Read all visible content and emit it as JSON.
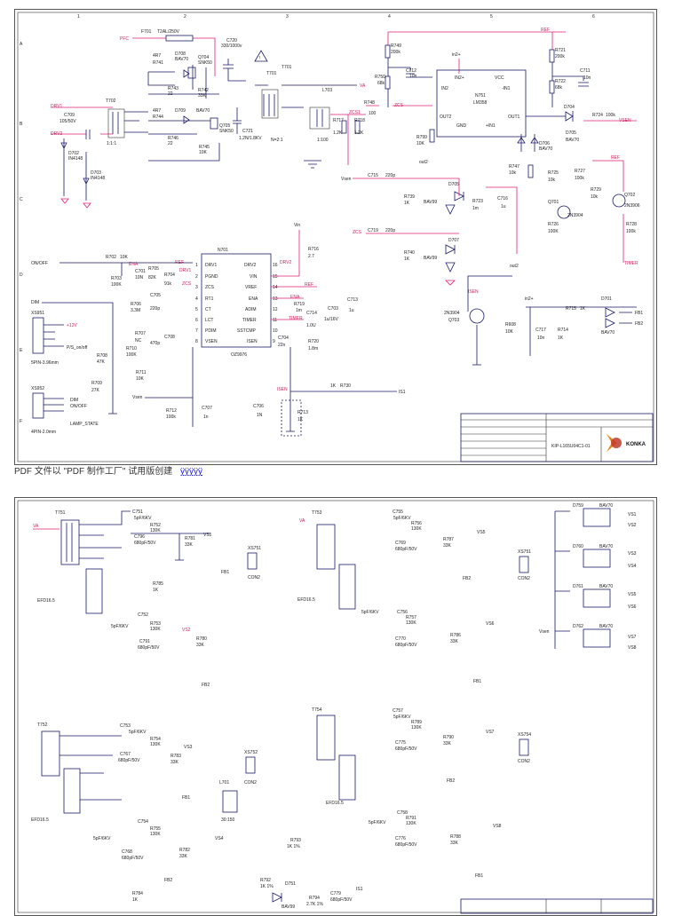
{
  "sheet1": {
    "grid_cols": [
      "1",
      "2",
      "3",
      "4",
      "5",
      "6"
    ],
    "grid_rows": [
      "A",
      "B",
      "C",
      "D",
      "E",
      "F"
    ],
    "nets": {
      "pfc": "PFC",
      "drv1": "DRV1",
      "drv2": "DRV2",
      "va": "VA",
      "zcs1": "ZCS1",
      "in2": "in2+",
      "ref": "REF",
      "vsen": "VSEN",
      "vsen2": "Vsen",
      "zcs": "ZCS",
      "ena": "ENA",
      "timer": "TIMER",
      "onoff": "ON/OFF",
      "dim": "DIM",
      "vin": "Vin",
      "isen": "ISEN",
      "out2": "out2",
      "fb1": "FB1",
      "fb2": "FB2",
      "is1": "IS1"
    },
    "parts": {
      "f701": "F701",
      "f701v": "T2AL/250V",
      "r741": "R741",
      "r741v": "4R7",
      "d708": "D708",
      "d708v": "BAV70",
      "q704": "Q704",
      "q704v": "SNK50",
      "r743": "R743",
      "r743v": "22",
      "r742": "R742",
      "r742v": "33K",
      "c720": "C720",
      "c720v": "330/1000v",
      "t701": "T701",
      "l703": "L703",
      "t702": "T702",
      "t702r": "1:1:1",
      "c709": "C709",
      "c709v": "105/50V",
      "d702": "D702",
      "d702v": "IN4148",
      "d703": "D703",
      "d703v": "IN4148",
      "r744": "R744",
      "r744v": "4R7",
      "d709": "D709",
      "d709v": "BAV70",
      "q705": "Q705",
      "q705v": "SNK50",
      "r746": "R746",
      "r746v": "22",
      "r745": "R745",
      "r745v": "10K",
      "c721": "C721",
      "c721v": "1.2N/1.8KV",
      "ratio1": "N=2:1",
      "ratio2": "1:100",
      "r717": "R717",
      "r717v": "1.2K",
      "r718": "R718",
      "r718v": "1.2K",
      "r749": "R749",
      "r749v": "200k",
      "r750": "R750",
      "r750v": "68k",
      "c712": "C712",
      "c712v": "10n",
      "r748": "R748",
      "r748v": "100",
      "n751": "N751",
      "n751v": "LM358",
      "r799": "R799",
      "r799v": "10K",
      "r721": "R721",
      "r721v": "200k",
      "r722": "R722",
      "r722v": "68k",
      "c711": "C711",
      "c711v": "10n",
      "d704": "D704",
      "r724": "R724",
      "r724v": "100k",
      "d705": "D705",
      "d706": "D706",
      "d706v": "BAV70",
      "r747": "R747",
      "r747v": "10k",
      "r725": "R725",
      "r725v": "10k",
      "r727": "R727",
      "r727v": "100k",
      "q701": "Q701",
      "q701v": "2N3904",
      "r729": "R729",
      "r729v": "10k",
      "q702": "Q702",
      "q702v": "2N3906",
      "r726": "R726",
      "r726v": "100K",
      "r728": "R728",
      "r728v": "100k",
      "c715": "C715",
      "c715v": "220p",
      "r739": "R739",
      "r739v": "1K",
      "bav99a": "BAV99",
      "r723": "R723",
      "r723v": "1m",
      "c716": "C716",
      "c716v": "1u",
      "c719": "C719",
      "c719v": "220p",
      "r740": "R740",
      "r740v": "1K",
      "d707": "D707",
      "bav99b": "BAV99",
      "r716": "R716",
      "r716v": "2.7",
      "n701": "N701",
      "n701v": "OZ9976",
      "r702": "R702",
      "r702v": "10K",
      "r703": "R703",
      "r703v": "100K",
      "c701": "C701",
      "c701v": "10N",
      "r705": "R705",
      "r705v": "82K",
      "r704": "R704",
      "r704v": "91k",
      "c705": "C705",
      "c705v": "220p",
      "r706": "R706",
      "r706v": "3.3M",
      "r707": "R707",
      "r707v": "NC",
      "c708": "C708",
      "c708v": "470p",
      "r710": "R710",
      "r710v": "100K",
      "r708": "R708",
      "r708v": "47K",
      "r709": "R709",
      "r709v": "27K",
      "r711": "R711",
      "r711v": "10K",
      "r712": "R712",
      "r712v": "100k",
      "c707": "C707",
      "c707v": "1n",
      "r719": "R719",
      "r719v": "1m",
      "c714": "C714",
      "c714v": "1.0U",
      "c703": "C703",
      "c703v": "1u/16V",
      "c713": "C713",
      "c713v": "1u",
      "c704": "C704",
      "c704v": "22n",
      "r720": "R720",
      "r720v": "1.8m",
      "c706": "C706",
      "c706v": "1N",
      "r713": "R713",
      "r713v": "1K",
      "r730": "R730",
      "r730v": "1K",
      "q703": "Q703",
      "q703v": "2N3904",
      "r608": "R608",
      "r608v": "10K",
      "c717": "C717",
      "c717v": "10n",
      "r714": "R714",
      "r714v": "1K",
      "r715": "R715",
      "r715v": "1K",
      "d701": "D701",
      "d701v": "BAV70",
      "xs951": "XS951",
      "xs951v": "5PIN-3.96mm",
      "xs952": "XS952",
      "xs952v": "4PIN-2.0mm",
      "v12": "+12V",
      "pson": "P/S_on/off",
      "dim_l": "DIM",
      "onoff_l": "ON/OFF",
      "lamp": "LAMP_STATE"
    },
    "n701_pins_left": [
      "DRV1",
      "PGND",
      "ZCS",
      "RT1",
      "CT",
      "LCT",
      "PDIM",
      "VSEN"
    ],
    "n701_pins_right": [
      "DRV2",
      "VIN",
      "VREF",
      "ENA",
      "ADIM",
      "TIMER",
      "SSTCMP",
      "ISEN"
    ],
    "n701_pinno_left": [
      "1",
      "2",
      "3",
      "4",
      "5",
      "6",
      "7",
      "8"
    ],
    "n701_pinno_right": [
      "16",
      "15",
      "14",
      "13",
      "12",
      "11",
      "10",
      "9"
    ],
    "n751_pins": [
      "IN2",
      "IN2+",
      "-IN1",
      "+IN1",
      "OUT2",
      "GND",
      "OUT1",
      "VCC"
    ],
    "title_block": {
      "drawing_no": "KIP-L165U04C1-01",
      "brand": "KONKA"
    }
  },
  "footer": {
    "text": "PDF 文件以 \"PDF 制作工厂\" 试用版创建",
    "link": "ÿÿÿÿÿ"
  },
  "sheet2": {
    "nets": {
      "va": "VA",
      "fb1": "FB1",
      "fb2": "FB2",
      "vs1": "VS1",
      "vs2": "VS2",
      "vs3": "VS3",
      "vs4": "VS4",
      "vs5": "VS5",
      "vs6": "VS6",
      "vs7": "VS7",
      "vs8": "VS8",
      "vsen": "Vsen",
      "is1": "IS1"
    },
    "parts": {
      "t751": "T751",
      "t752": "T752",
      "t753": "T753",
      "t754": "T754",
      "efd": "EFD16.5",
      "c751": "C751",
      "c751v": "5pF/6KV",
      "c796": "C796",
      "c796v": "680pF/50V",
      "r752": "R752",
      "r752v": "130K",
      "r781": "R781",
      "r781v": "33K",
      "xs751": "XS751",
      "con2": "CON2",
      "r785": "R785",
      "r785v": "1K",
      "c752": "C752",
      "c752v": "5pF/6KV",
      "r753": "R753",
      "r753v": "130K",
      "c791": "C791",
      "c791v": "680pF/50V",
      "r780": "R780",
      "r780v": "33K",
      "c753": "C753",
      "c753v": "5pF/6KV",
      "r754": "R754",
      "r754v": "130K",
      "c767": "C767",
      "c767v": "680pF/50V",
      "r783": "R783",
      "r783v": "33K",
      "xs752": "XS752",
      "l701": "L701",
      "l701v": "30:150",
      "c754": "C754",
      "c754v": "5pF/6KV",
      "r755": "R755",
      "r755v": "130K",
      "c768": "C768",
      "c768v": "680pF/50V",
      "r782": "R782",
      "r782v": "33K",
      "r784": "R784",
      "r784v": "1K",
      "r793": "R793",
      "r793v": "1K 1%",
      "r792": "R792",
      "r792v": "1K 1%",
      "d751": "D751",
      "d751v": "BAV99",
      "r794": "R794",
      "r794v": "2.7K 1%",
      "c779": "C779",
      "c779v": "680pF/50V",
      "c755": "C755",
      "c755v": "5pF/6KV",
      "r756": "R756",
      "r756v": "130K",
      "c769": "C769",
      "c769v": "680pF/50V",
      "r787": "R787",
      "r787v": "33K",
      "xs753": "XS751",
      "c756": "C756",
      "c756v": "5pF/6KV",
      "r757": "R757",
      "r757v": "130K",
      "c770": "C770",
      "c770v": "680pF/50V",
      "r786": "R786",
      "r786v": "33K",
      "c757": "C757",
      "c757v": "5pF/6KV",
      "r789": "R789",
      "r789v": "130K",
      "c775": "C775",
      "c775v": "680pF/50V",
      "r790": "R790",
      "r790v": "33K",
      "xs754": "XS754",
      "c758": "C758",
      "c758v": "5pF/6KV",
      "r791": "R791",
      "r791v": "130K",
      "c776": "C776",
      "c776v": "680pF/50V",
      "r788": "R788",
      "r788v": "33K",
      "d759": "D759",
      "d760": "D760",
      "d761": "D761",
      "d762": "D762",
      "bav70": "BAV70"
    }
  }
}
